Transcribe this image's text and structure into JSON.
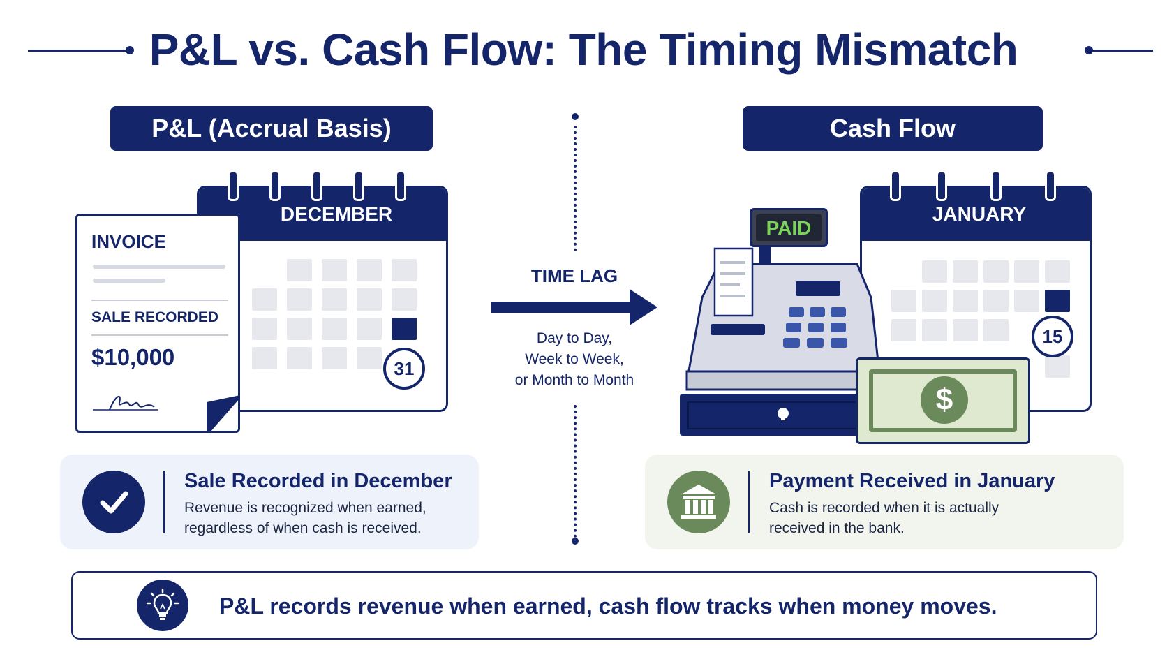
{
  "title": "P&L vs. Cash Flow: The Timing Mismatch",
  "colors": {
    "navy": "#14256a",
    "green": "#6b8a5c",
    "light_blue": "#eef2fb",
    "light_green": "#f2f5ee",
    "bill": "#dfe9cf"
  },
  "left": {
    "pill": "P&L (Accrual Basis)",
    "calendar_month": "DECEMBER",
    "calendar_day": "31",
    "invoice": {
      "title": "INVOICE",
      "line_label": "SALE RECORDED",
      "amount": "$10,000"
    },
    "card": {
      "icon": "checkmark-icon",
      "heading": "Sale Recorded in December",
      "body_line1": "Revenue is recognized when earned,",
      "body_line2": "regardless of when cash is received."
    }
  },
  "middle": {
    "label": "TIME LAG",
    "sub_line1": "Day to Day,",
    "sub_line2": "Week to Week,",
    "sub_line3": "or Month to Month"
  },
  "right": {
    "pill": "Cash Flow",
    "register_display": "PAID",
    "calendar_month": "JANUARY",
    "calendar_day": "15",
    "bill_symbol": "$",
    "card": {
      "icon": "bank-icon",
      "heading": "Payment Received in January",
      "body_line1": "Cash is recorded when it is actually",
      "body_line2": "received in the bank."
    }
  },
  "banner": {
    "icon": "lightbulb-icon",
    "text": "P&L records revenue when earned, cash flow tracks when money moves."
  }
}
